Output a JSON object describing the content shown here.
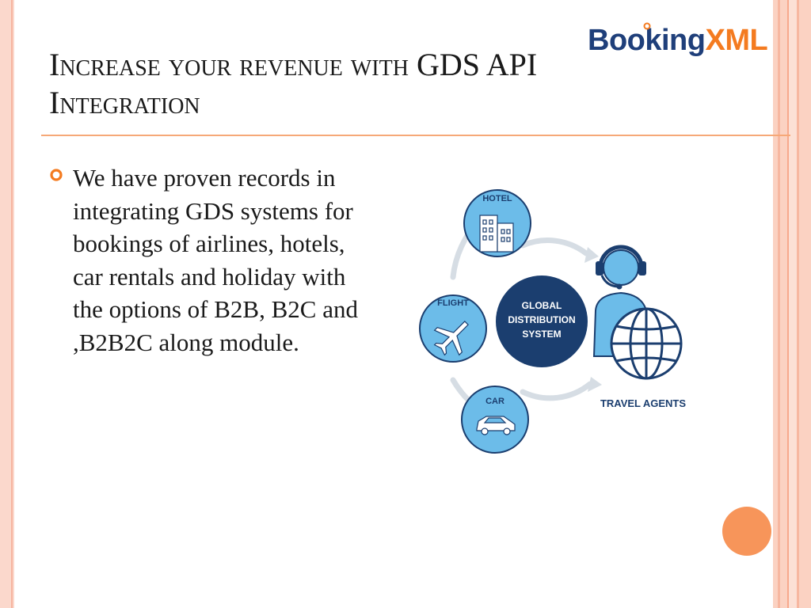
{
  "slide": {
    "title": "Increase your revenue with GDS API Integration",
    "body": "We have proven records in integrating GDS systems for bookings of airlines, hotels, car rentals and holiday with the options of B2B, B2C and ,B2B2C along module."
  },
  "logo": {
    "part1": "Booking",
    "part2": "XML"
  },
  "diagram": {
    "center_lines": [
      "GLOBAL",
      "DISTRIBUTION",
      "SYSTEM"
    ],
    "hotel": "HOTEL",
    "flight": "FLIGHT",
    "car": "CAR",
    "agents": "TRAVEL AGENTS"
  },
  "colors": {
    "accent": "#f47b20",
    "brand_blue": "#1f3f7a",
    "diagram_light_blue": "#6cbce9",
    "diagram_dark_blue": "#1b3e6f"
  }
}
